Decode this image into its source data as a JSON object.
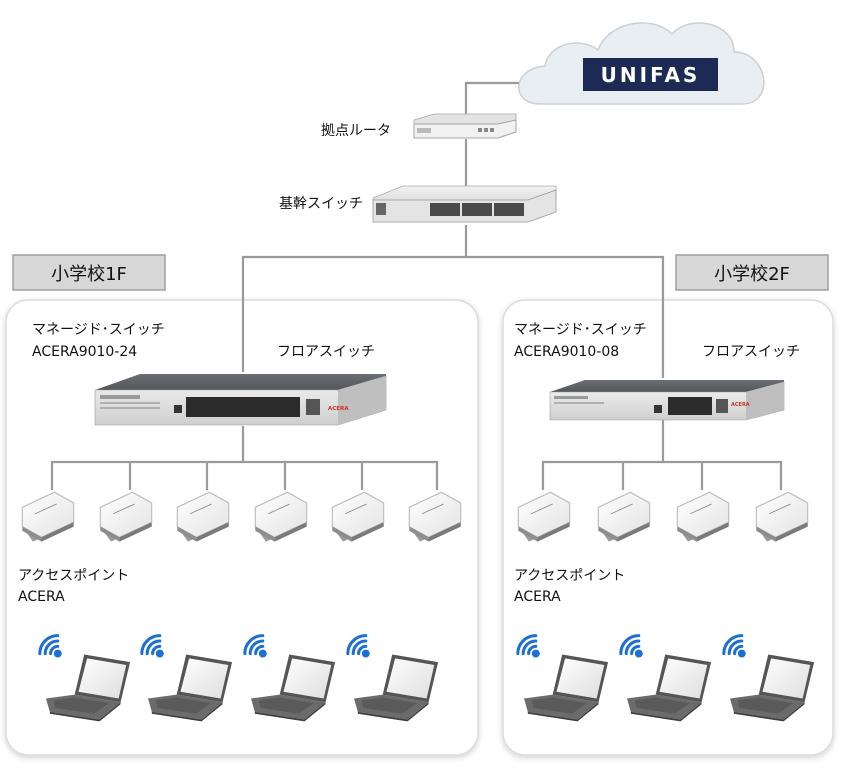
{
  "cloud": {
    "logo_text": "UNIFAS"
  },
  "router": {
    "label": "拠点ルータ"
  },
  "core_switch": {
    "label": "基幹スイッチ"
  },
  "floors": [
    {
      "badge": "小学校1F",
      "switch_title": "マネージド･スイッチ",
      "switch_model": "ACERA9010-24",
      "floor_switch_label": "フロアスイッチ",
      "ap_title": "アクセスポイント",
      "ap_brand": "ACERA",
      "access_point_count": 6,
      "client_count": 4
    },
    {
      "badge": "小学校2F",
      "switch_title": "マネージド･スイッチ",
      "switch_model": "ACERA9010-08",
      "floor_switch_label": "フロアスイッチ",
      "ap_title": "アクセスポイント",
      "ap_brand": "ACERA",
      "access_point_count": 4,
      "client_count": 3
    }
  ],
  "device_brand": "ACERA",
  "colors": {
    "line": "#9a9a9a",
    "panel_bg": "#ffffff",
    "panel_border": "#dcdcdc",
    "badge_bg": "#d7d7d7",
    "logo_bg": "#1c2a55",
    "cloud": "#e9eef3",
    "wifi": "#1d6fd1"
  }
}
